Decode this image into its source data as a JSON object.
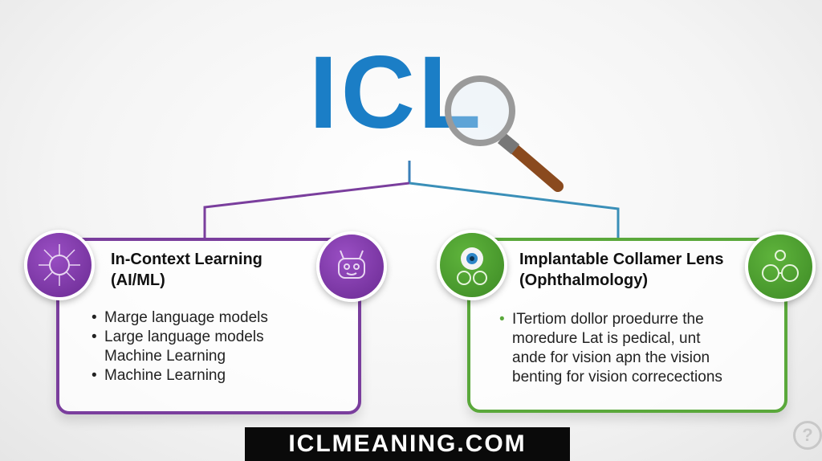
{
  "title": "ICL",
  "colors": {
    "title_blue": "#1b7ec6",
    "purple": "#7a3e9d",
    "green": "#5aa83b"
  },
  "left_card": {
    "heading_line1": "In-Context Learning",
    "heading_line2": "(AI/ML)",
    "icons": [
      "brain-circuit-icon",
      "robot-icon"
    ],
    "items": [
      "Marge language models",
      "Large language models",
      "Machine Learning",
      "Machine Learning"
    ]
  },
  "right_card": {
    "heading_line1": "Implantable Collamer Lens",
    "heading_line2": "(Ophthalmology)",
    "icons": [
      "eye-glasses-icon",
      "glasses-icon"
    ],
    "lines": [
      "ITertiom dollor proedurre the",
      "moredure Lat is pedical, unt",
      "ande for vision apn the vision",
      "benting for vision correcections"
    ]
  },
  "footer": {
    "site": "ICLMEANING.COM"
  },
  "help_icon": "?"
}
